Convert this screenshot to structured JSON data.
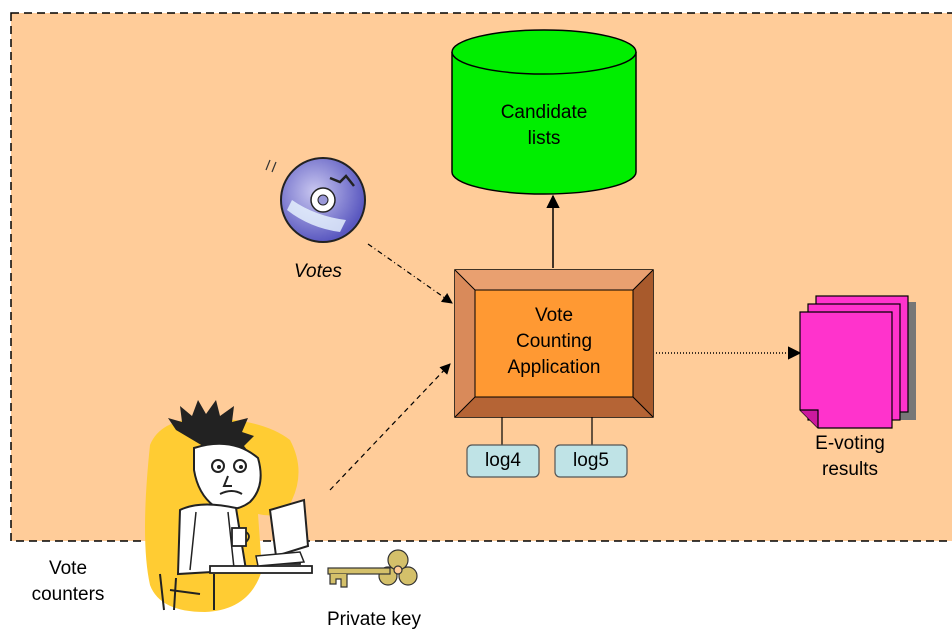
{
  "diagram": {
    "database": {
      "line1": "Candidate",
      "line2": "lists"
    },
    "media": {
      "label": "Votes"
    },
    "app": {
      "line1": "Vote",
      "line2": "Counting",
      "line3": "Application"
    },
    "logs": [
      {
        "label": "log4"
      },
      {
        "label": "log5"
      }
    ],
    "results": {
      "line1": "E-voting",
      "line2": "results"
    },
    "counters": {
      "line1": "Vote",
      "line2": "counters"
    },
    "key": {
      "label": "Private key"
    }
  },
  "colors": {
    "zone_fill": "#FFCC99",
    "database_green": "#00EE00",
    "app_orange": "#FF9933",
    "app_frame": "#CC7744",
    "log_box": "#BFE3E6",
    "results_magenta": "#FF33CC",
    "person_highlight": "#FFCC33"
  }
}
